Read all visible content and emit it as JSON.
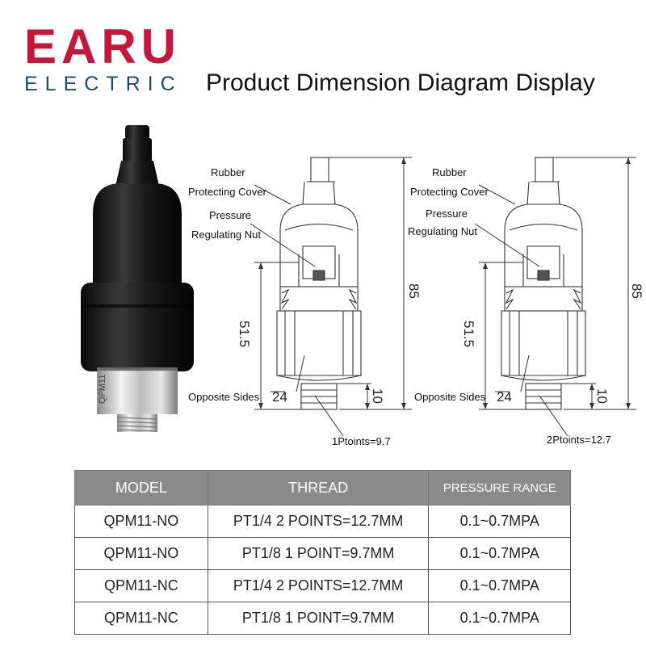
{
  "brand": {
    "name": "EARU",
    "sub": "ELECTRIC"
  },
  "headline": "Product Dimension Diagram Display",
  "product": {
    "body_text": "QPM11"
  },
  "diagrams": [
    {
      "label_cover_1": "Rubber",
      "label_cover_2": "Protecting Cover",
      "label_nut_1": "Pressure",
      "label_nut_2": "Regulating Nut",
      "label_sides": "Opposite Sides",
      "dim_height": "85",
      "dim_body": "51.5",
      "dim_hex": "24",
      "dim_thread": "10",
      "points_label": "1Ptoints=9.7"
    },
    {
      "label_cover_1": "Rubber",
      "label_cover_2": "Protecting Cover",
      "label_nut_1": "Pressure",
      "label_nut_2": "Regulating Nut",
      "label_sides": "Opposite Sides",
      "dim_height": "85",
      "dim_body": "51.5",
      "dim_hex": "24",
      "dim_thread": "10",
      "points_label": "2Ptoints=12.7"
    }
  ],
  "table": {
    "headers": [
      "MODEL",
      "THREAD",
      "PRESSURE RANGE"
    ],
    "rows": [
      [
        "QPM11-NO",
        "PT1/4 2 POINTS=12.7MM",
        "0.1~0.7MPA"
      ],
      [
        "QPM11-NO",
        "PT1/8 1 POINT=9.7MM",
        "0.1~0.7MPA"
      ],
      [
        "QPM11-NC",
        "PT1/4 2 POINTS=12.7MM",
        "0.1~0.7MPA"
      ],
      [
        "QPM11-NC",
        "PT1/8 1 POINT=9.7MM",
        "0.1~0.7MPA"
      ]
    ]
  },
  "colors": {
    "brand_red": "#c8153a",
    "brand_blue": "#1b4a6b",
    "header_gray": "#8a8a8a"
  }
}
